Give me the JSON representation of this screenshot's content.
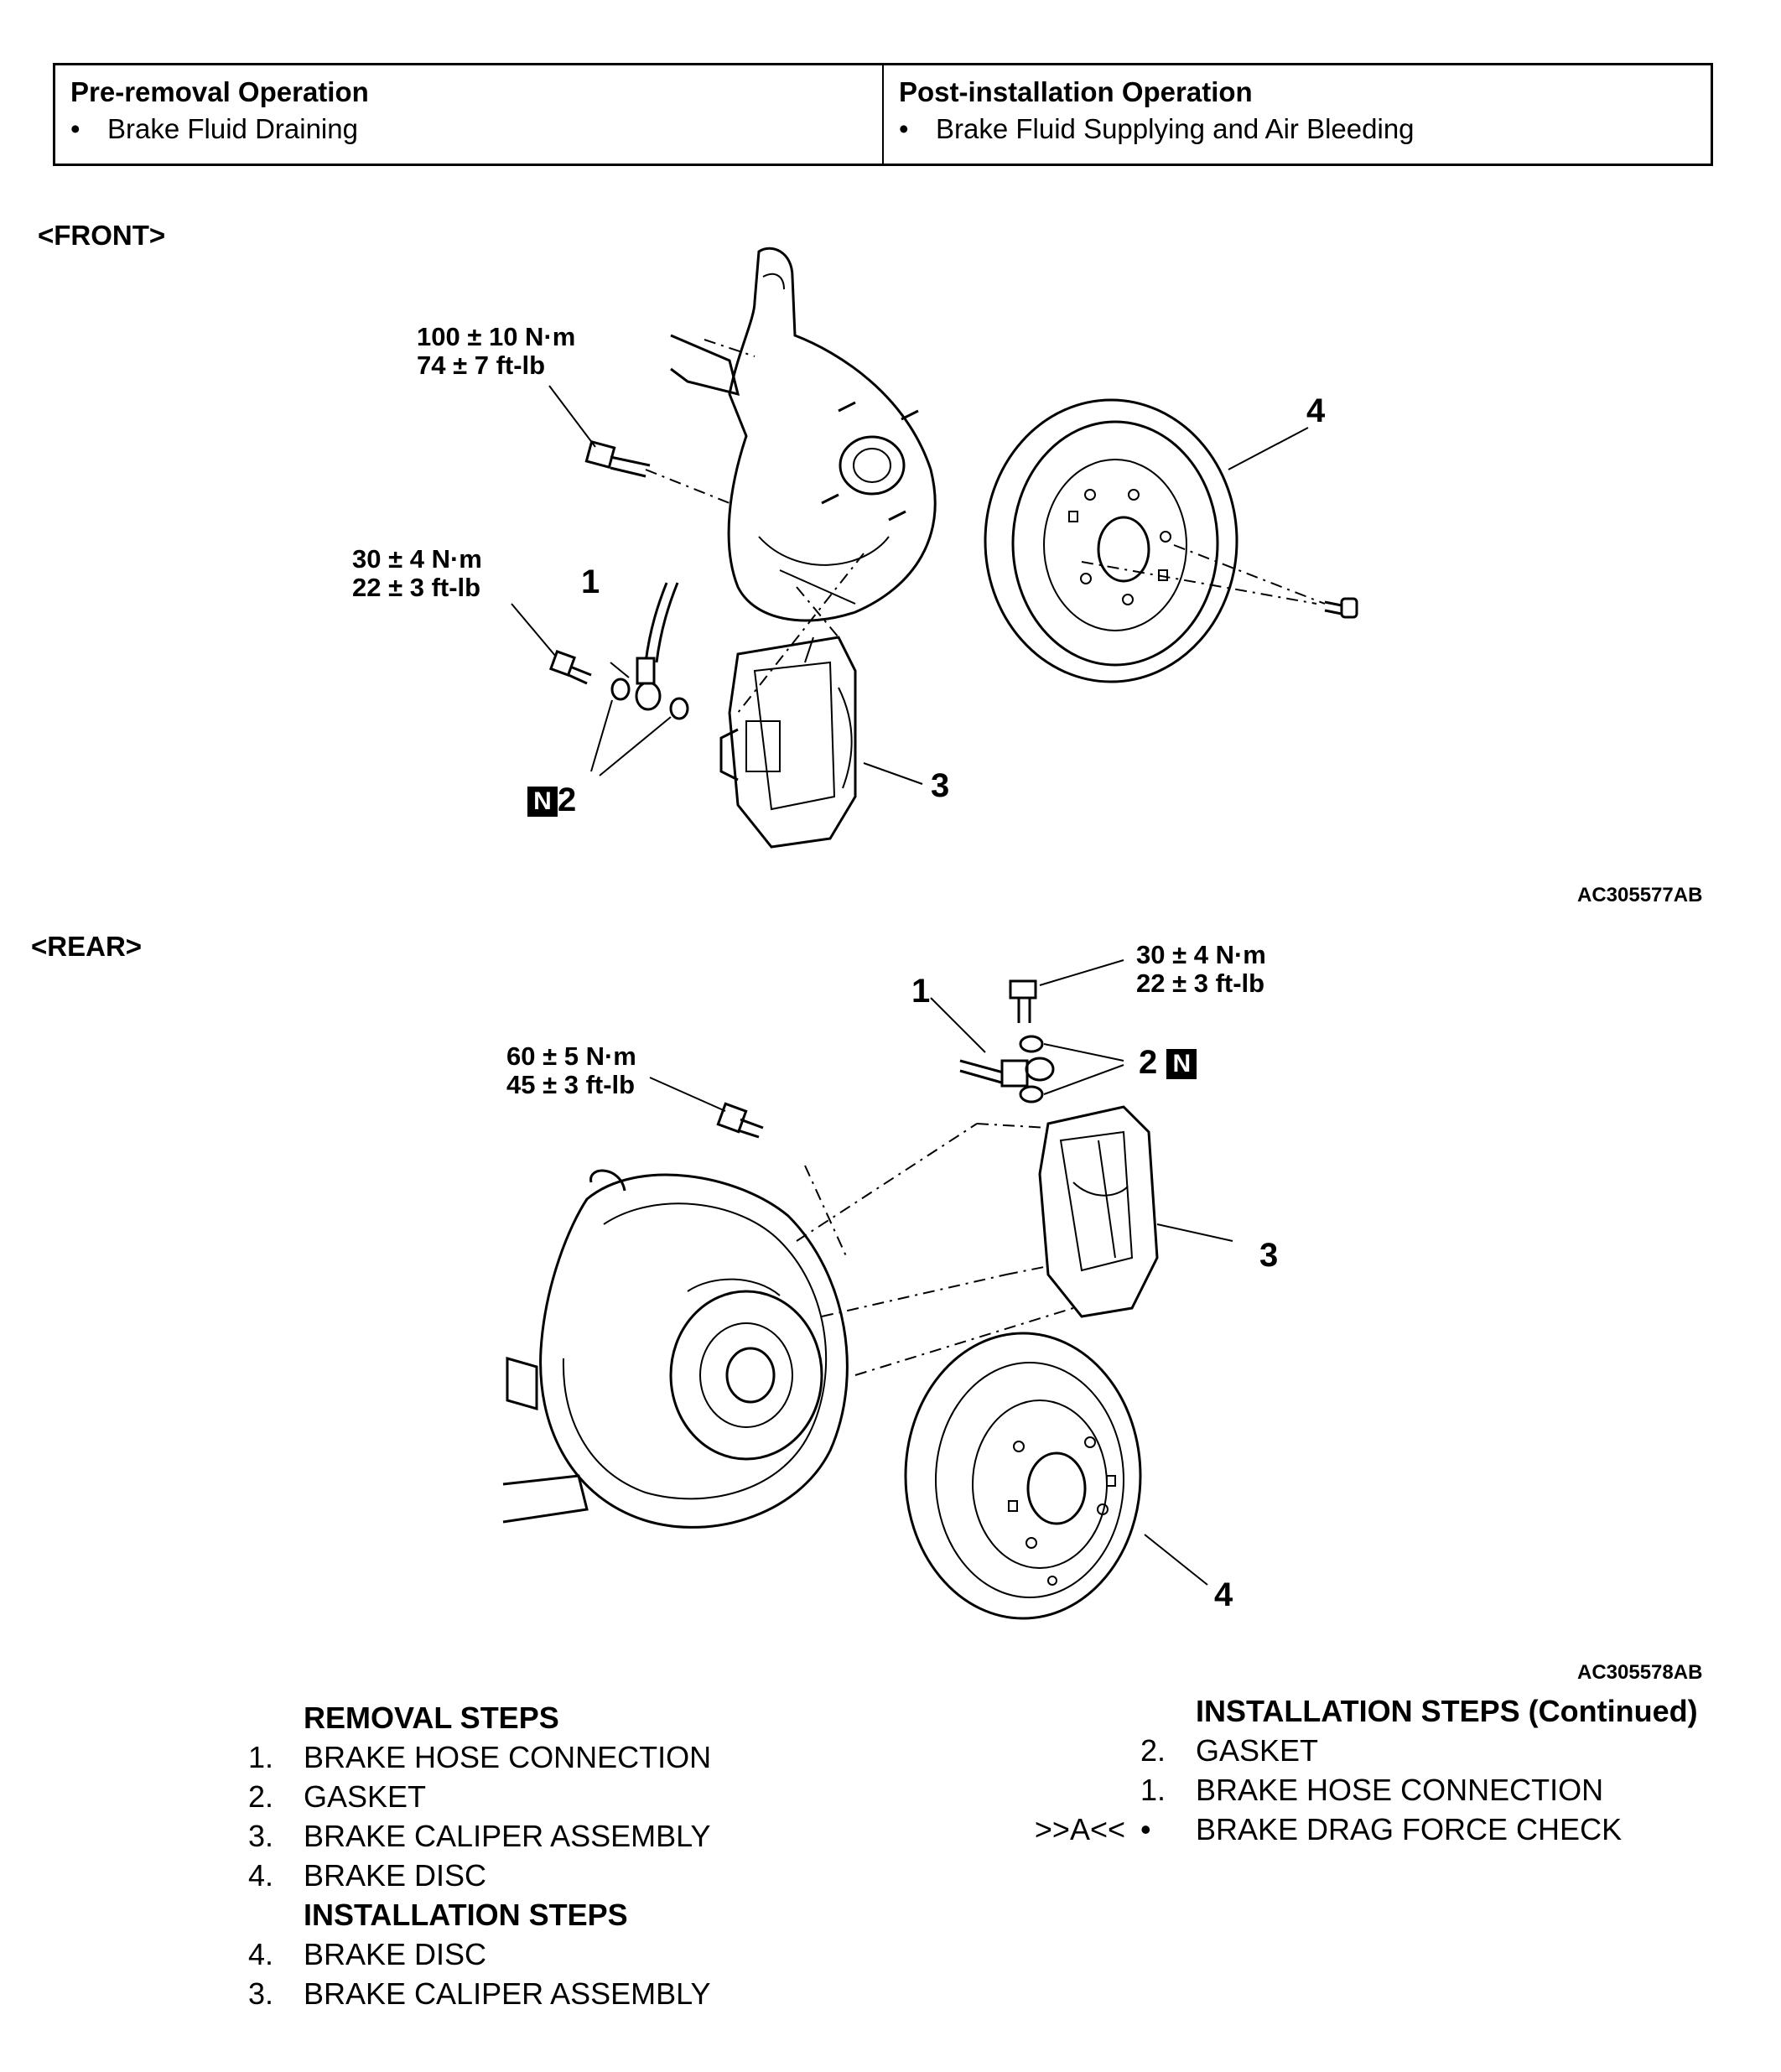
{
  "operations": {
    "pre_removal": {
      "title": "Pre-removal Operation",
      "items": [
        "Brake Fluid Draining"
      ]
    },
    "post_installation": {
      "title": "Post-installation Operation",
      "items": [
        "Brake Fluid Supplying and Air Bleeding"
      ]
    }
  },
  "front": {
    "label": "<FRONT>",
    "torque_knuckle": [
      "100 ± 10 N·m",
      "74 ± 7 ft-lb"
    ],
    "torque_hose": [
      "30 ± 4 N·m",
      "22 ± 3 ft-lb"
    ],
    "callouts": {
      "hose": "1",
      "gasket": "2",
      "caliper": "3",
      "disc": "4"
    },
    "n_mark": "N",
    "figure_code": "AC305577AB"
  },
  "rear": {
    "label": "<REAR>",
    "torque_hose": [
      "30 ± 4 N·m",
      "22 ± 3 ft-lb"
    ],
    "torque_caliper": [
      "60 ± 5 N·m",
      "45 ± 3 ft-lb"
    ],
    "callouts": {
      "hose": "1",
      "gasket": "2",
      "caliper": "3",
      "disc": "4"
    },
    "n_mark": "N",
    "figure_code": "AC305578AB"
  },
  "removal_steps": {
    "title": "REMOVAL STEPS",
    "items": [
      {
        "num": "1.",
        "text": "BRAKE HOSE CONNECTION"
      },
      {
        "num": "2.",
        "text": "GASKET"
      },
      {
        "num": "3.",
        "text": "BRAKE CALIPER ASSEMBLY"
      },
      {
        "num": "4.",
        "text": "BRAKE DISC"
      }
    ]
  },
  "installation_steps": {
    "title": "INSTALLATION STEPS",
    "items": [
      {
        "num": "4.",
        "text": "BRAKE DISC"
      },
      {
        "num": "3.",
        "text": "BRAKE CALIPER ASSEMBLY"
      }
    ]
  },
  "installation_steps_continued": {
    "title": "INSTALLATION STEPS (Continued)",
    "items": [
      {
        "mark": "",
        "num": "2.",
        "text": "GASKET"
      },
      {
        "mark": "",
        "num": "1.",
        "text": "BRAKE HOSE CONNECTION"
      },
      {
        "mark": ">>A<<",
        "num": "•",
        "text": "BRAKE DRAG FORCE CHECK"
      }
    ]
  }
}
